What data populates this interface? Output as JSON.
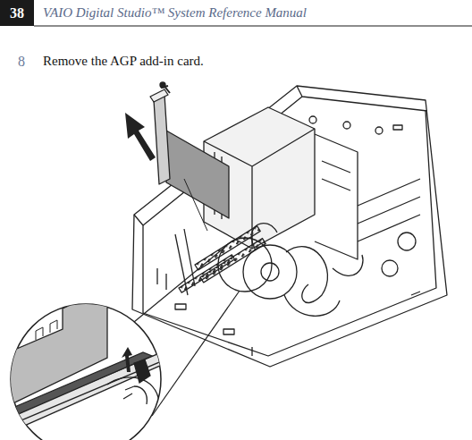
{
  "diagram": {
    "labels": [
      "38",
      "VAIO Digital Studio™ System Reference Manual",
      "8",
      "Remove the AGP add-in card."
    ]
  }
}
